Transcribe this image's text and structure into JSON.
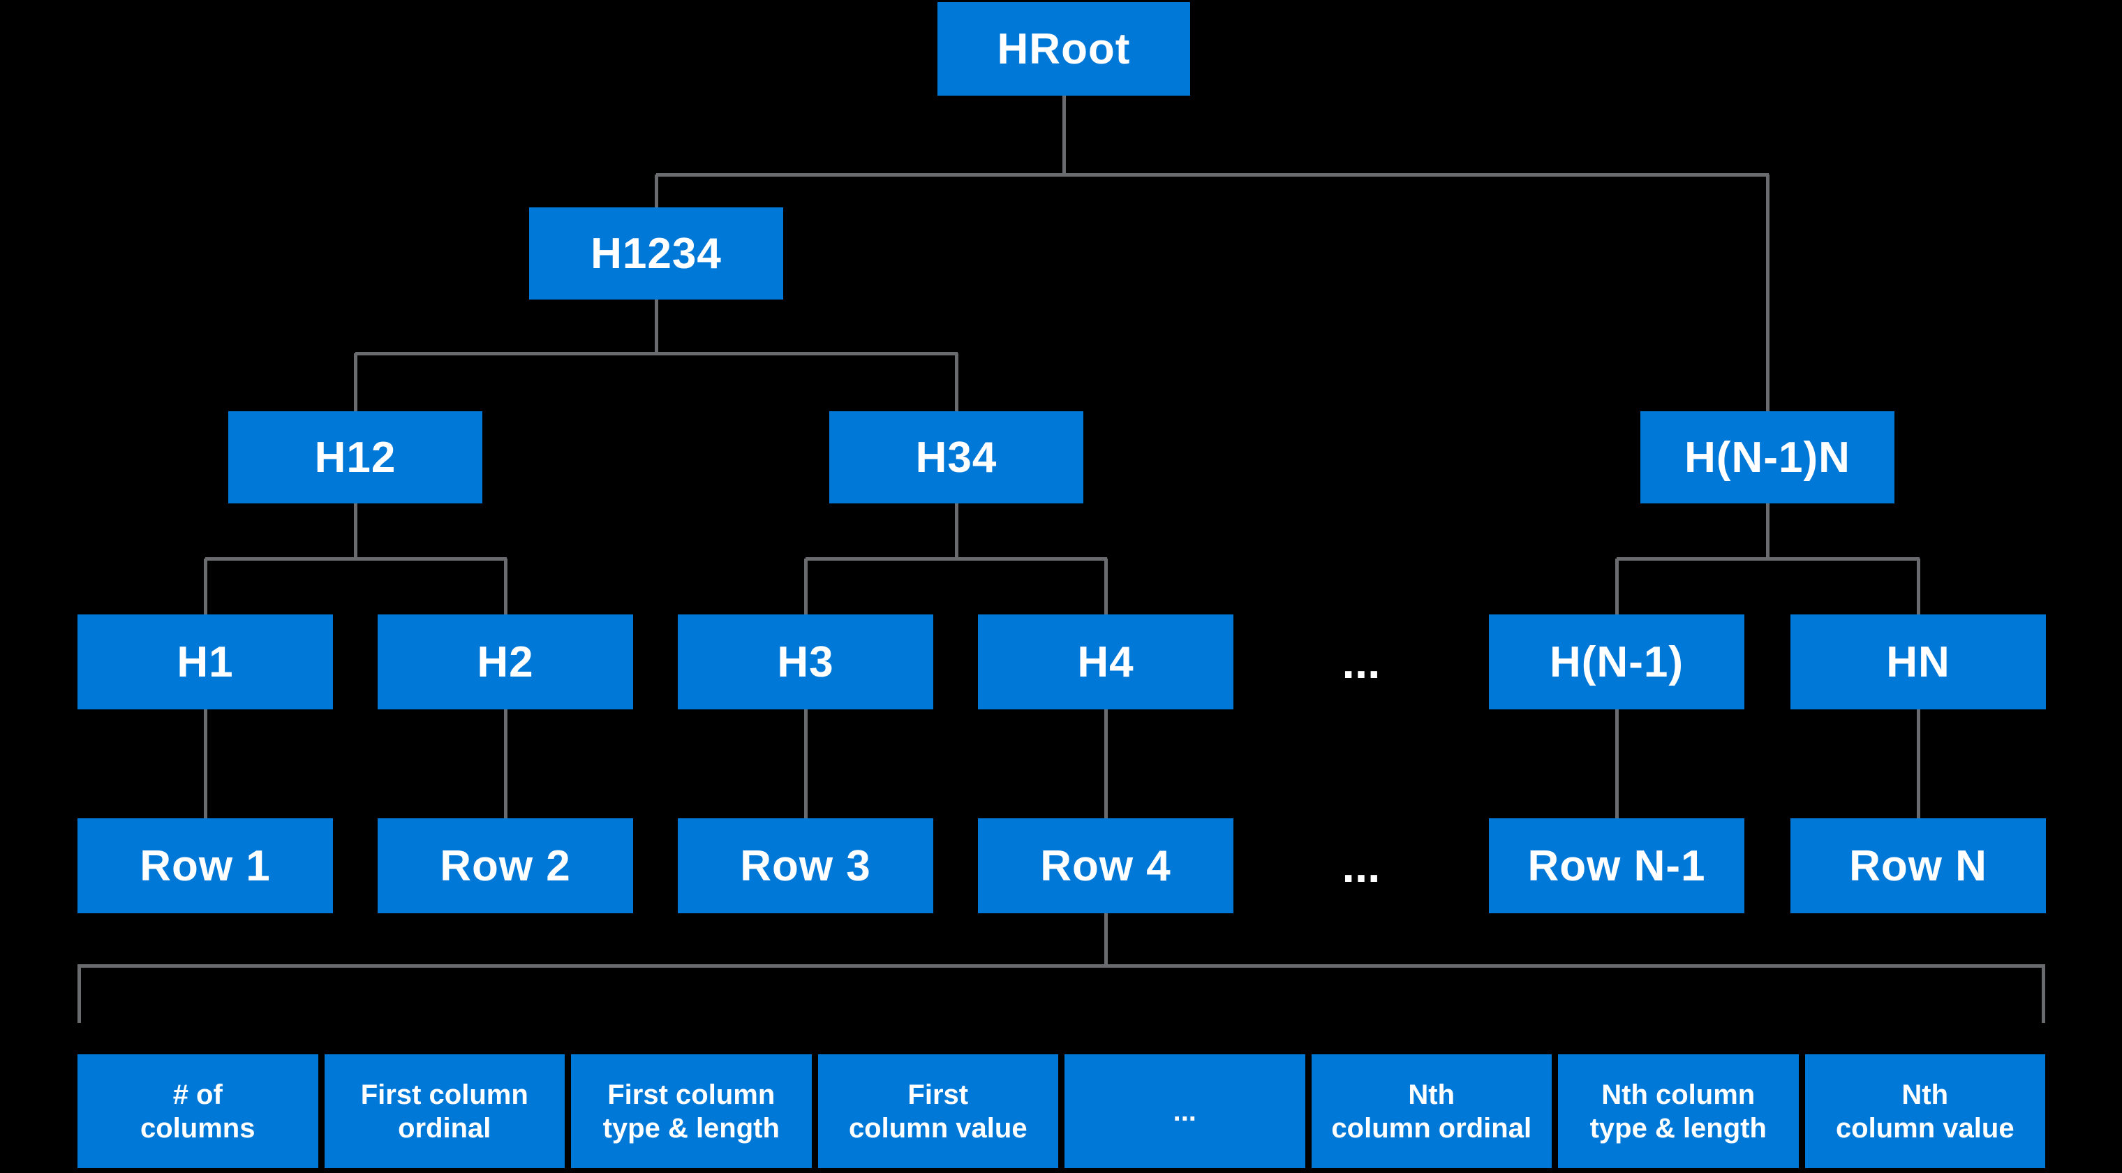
{
  "diagram": {
    "title_hint": "hash tree of rows and column record fields",
    "colors": {
      "background": "#000000",
      "node_fill": "#0078D7",
      "connector": "#6a6b6e",
      "text": "#ffffff"
    }
  },
  "nodes": {
    "root": {
      "label": "HRoot"
    },
    "h1234": {
      "label": "H1234"
    },
    "h12": {
      "label": "H12"
    },
    "h34": {
      "label": "H34"
    },
    "hn1n": {
      "label": "H(N-1)N"
    },
    "leaves": [
      "H1",
      "H2",
      "H3",
      "H4",
      "H(N-1)",
      "HN"
    ],
    "rows": [
      "Row 1",
      "Row 2",
      "Row 3",
      "Row 4",
      "Row N-1",
      "Row N"
    ]
  },
  "ellipsis": {
    "label": "..."
  },
  "record": {
    "cells": [
      {
        "lines": [
          "# of",
          "columns"
        ]
      },
      {
        "lines": [
          "First column",
          "ordinal"
        ]
      },
      {
        "lines": [
          "First column",
          "type & length"
        ]
      },
      {
        "lines": [
          "First",
          "column value"
        ]
      },
      {
        "lines": [
          "..."
        ]
      },
      {
        "lines": [
          "Nth",
          "column ordinal"
        ]
      },
      {
        "lines": [
          "Nth column",
          "type & length"
        ]
      },
      {
        "lines": [
          "Nth",
          "column value"
        ]
      }
    ]
  }
}
